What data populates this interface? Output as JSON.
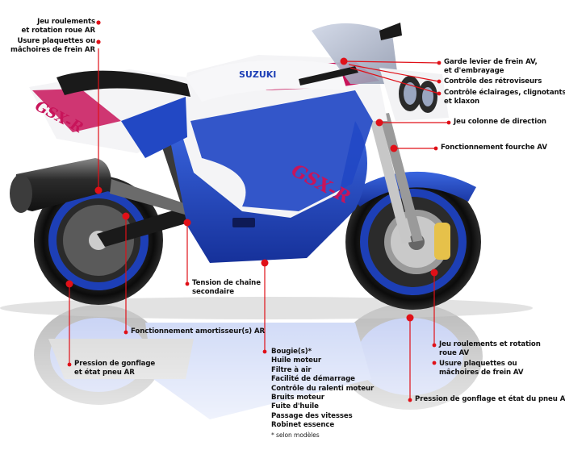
{
  "labels": {
    "rear_bearings": "Jeu roulements\net rotation roue AR",
    "rear_brake_pads": "Usure plaquettes ou\nmâchoires de frein AR",
    "front_brake_lever": "Garde levier de frein AV,\net d'embrayage",
    "mirrors_check": "Contrôle des rétroviseurs",
    "lights_check": "Contrôle éclairages, clignotants\net klaxon",
    "steering_column": "Jeu colonne de direction",
    "front_fork": "Fonctionnement fourche AV",
    "chain_tension": "Tension de chaîne\nsecondaire",
    "rear_shock": "Fonctionnement amortisseur(s) AR",
    "rear_tyre": "Pression de gonflage\net état pneu AR",
    "engine_list": [
      "Bougie(s)*",
      "Huile moteur",
      "Filtre à air",
      "Facilité de démarrage",
      "Contrôle du ralenti moteur",
      "Bruits moteur",
      "Fuite d'huile",
      "Passage des vitesses",
      "Robinet essence"
    ],
    "footnote": "* selon modèles",
    "front_bearings": "Jeu roulements et rotation\nroue AV",
    "front_brake_pads": "Usure plaquettes ou\nmâchoires de frein AV",
    "front_tyre": "Pression de gonflage et état du pneu AV"
  },
  "brand": "SUZUKI",
  "model_decal": "GSX-R",
  "colors": {
    "marker": "#e01018",
    "blue": "#1d3fb6",
    "magenta": "#c8145a",
    "white": "#f4f4f6"
  }
}
